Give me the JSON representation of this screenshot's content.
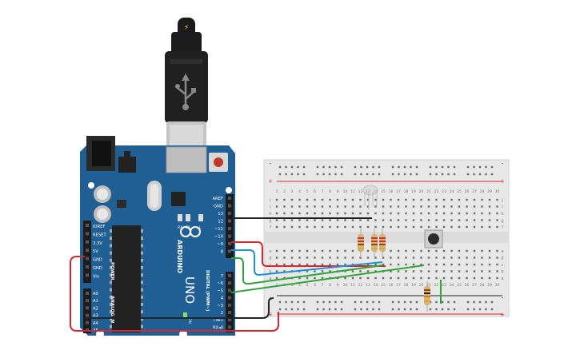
{
  "canvas": {
    "background": "#ffffff"
  },
  "arduino": {
    "brand": "ARDUINO",
    "model": "UNO",
    "board_color": "#1f5f93",
    "on_label": "ON",
    "tx_label": "TX",
    "rx_label": "RX",
    "l_label": "L",
    "power_header_title": "POWER",
    "analog_header_title": "ANALOG IN",
    "digital_header_title": "DIGITAL (PWM~)",
    "power_pins": [
      "IOREF",
      "RESET",
      "3.3V",
      "5V",
      "GND",
      "GND",
      "Vin"
    ],
    "analog_pins": [
      "A0",
      "A1",
      "A2",
      "A3",
      "A4",
      "A5"
    ],
    "digital_pins": [
      "AREF",
      "GND",
      "13",
      "12",
      "~11",
      "~10",
      "~9",
      "8",
      "7",
      "~6",
      "~5",
      "4",
      "~3",
      "2",
      "TX▸1",
      "RX◂0"
    ]
  },
  "usb_cable": {
    "plug_symbol": "⚡"
  },
  "breadboard": {
    "columns": [
      "1",
      "2",
      "3",
      "4",
      "5",
      "6",
      "7",
      "8",
      "9",
      "10",
      "11",
      "12",
      "13",
      "14",
      "15",
      "16",
      "17",
      "18",
      "19",
      "20",
      "21",
      "22",
      "23",
      "24",
      "25",
      "26",
      "27",
      "28",
      "29",
      "30"
    ],
    "rows_top": [
      "j",
      "i",
      "h",
      "g",
      "f"
    ],
    "rows_bottom": [
      "e",
      "d",
      "c",
      "b",
      "a"
    ],
    "rail_plus": "+",
    "rail_minus": "-"
  },
  "components": {
    "led_name": "RGB LED",
    "button_name": "Push button"
  },
  "wire_colors": {
    "black": "#222222",
    "red": "#d9262c",
    "blue": "#1e90d6",
    "green": "#2fa63a"
  }
}
